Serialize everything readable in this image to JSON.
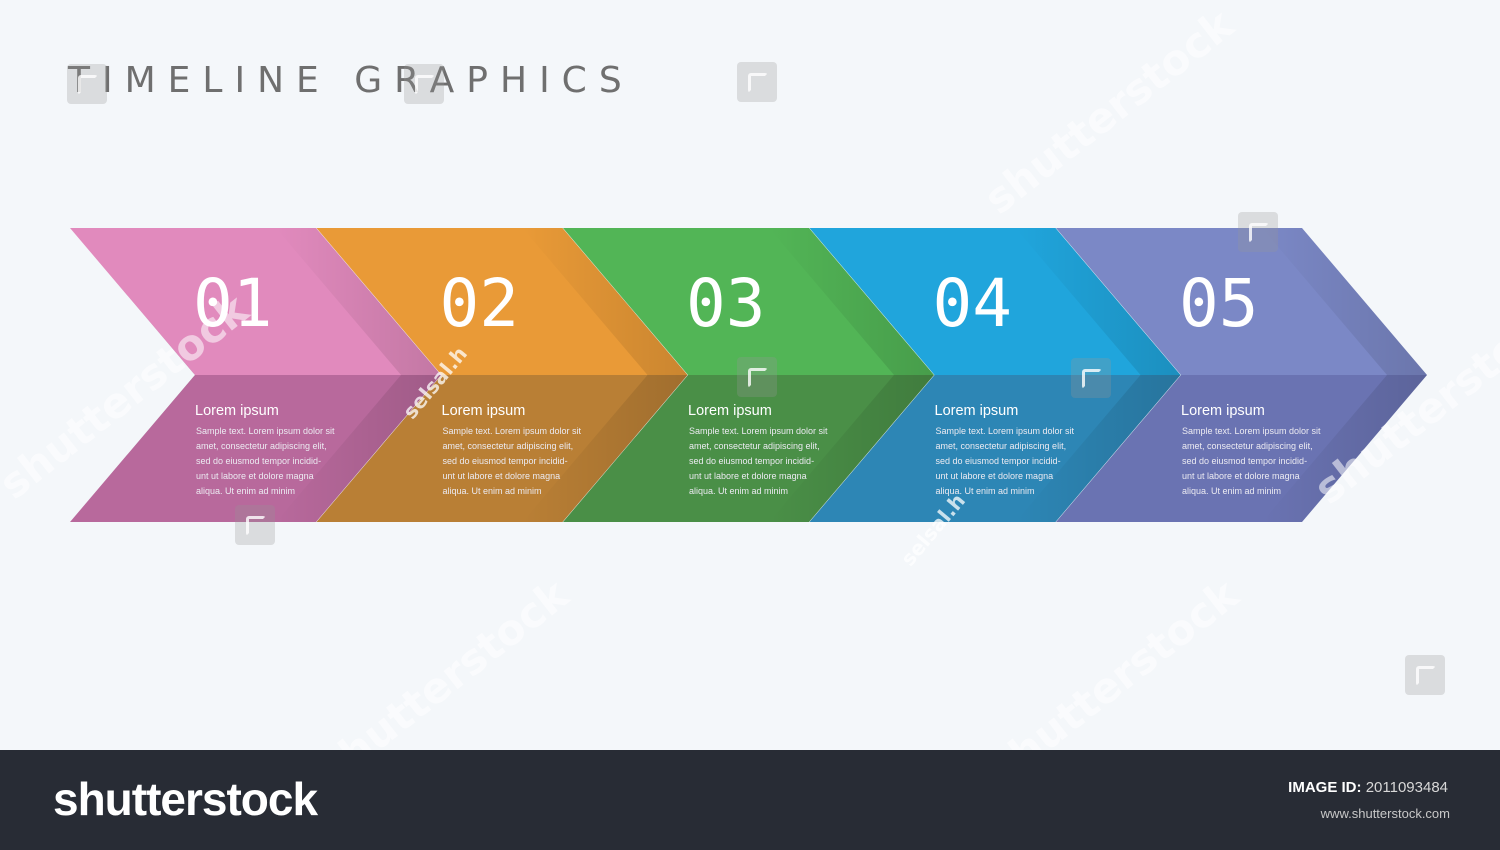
{
  "title": "TIMELINE GRAPHICS",
  "steps": [
    {
      "number": "01",
      "heading": "Lorem ipsum",
      "lines": [
        "Sample text. Lorem ipsum dolor sit",
        "amet, consectetur adipiscing elit,",
        "sed do eiusmod tempor incidid-",
        "unt ut labore et dolore magna",
        "aliqua. Ut enim ad minim"
      ],
      "color_top": "#e18abd",
      "color_bottom": "#b8699c"
    },
    {
      "number": "02",
      "heading": "Lorem ipsum",
      "lines": [
        "Sample text. Lorem ipsum dolor sit",
        "amet, consectetur adipiscing elit,",
        "sed do eiusmod tempor incidid-",
        "unt ut labore et dolore magna",
        "aliqua. Ut enim ad minim"
      ],
      "color_top": "#e99a37",
      "color_bottom": "#b97f35"
    },
    {
      "number": "03",
      "heading": "Lorem ipsum",
      "lines": [
        "Sample text. Lorem ipsum dolor sit",
        "amet, consectetur adipiscing elit,",
        "sed do eiusmod tempor incidid-",
        "unt ut labore et dolore magna",
        "aliqua. Ut enim ad minim"
      ],
      "color_top": "#52b556",
      "color_bottom": "#4a8f47"
    },
    {
      "number": "04",
      "heading": "Lorem ipsum",
      "lines": [
        "Sample text. Lorem ipsum dolor sit",
        "amet, consectetur adipiscing elit,",
        "sed do eiusmod tempor incidid-",
        "unt ut labore et dolore magna",
        "aliqua. Ut enim ad minim"
      ],
      "color_top": "#20a5dc",
      "color_bottom": "#2d86b5"
    },
    {
      "number": "05",
      "heading": "Lorem ipsum",
      "lines": [
        "Sample text. Lorem ipsum dolor sit",
        "amet, consectetur adipiscing elit,",
        "sed do eiusmod tempor incidid-",
        "unt ut labore et dolore magna",
        "aliqua. Ut enim ad minim"
      ],
      "color_top": "#7b88c6",
      "color_bottom": "#6a73b2"
    }
  ],
  "watermarks": {
    "brand": "shutterstock",
    "author": "selsal.h"
  },
  "footer": {
    "logo": "shutterstock",
    "image_id_label": "IMAGE ID:",
    "image_id_value": "2011093484",
    "site": "www.shutterstock.com"
  }
}
